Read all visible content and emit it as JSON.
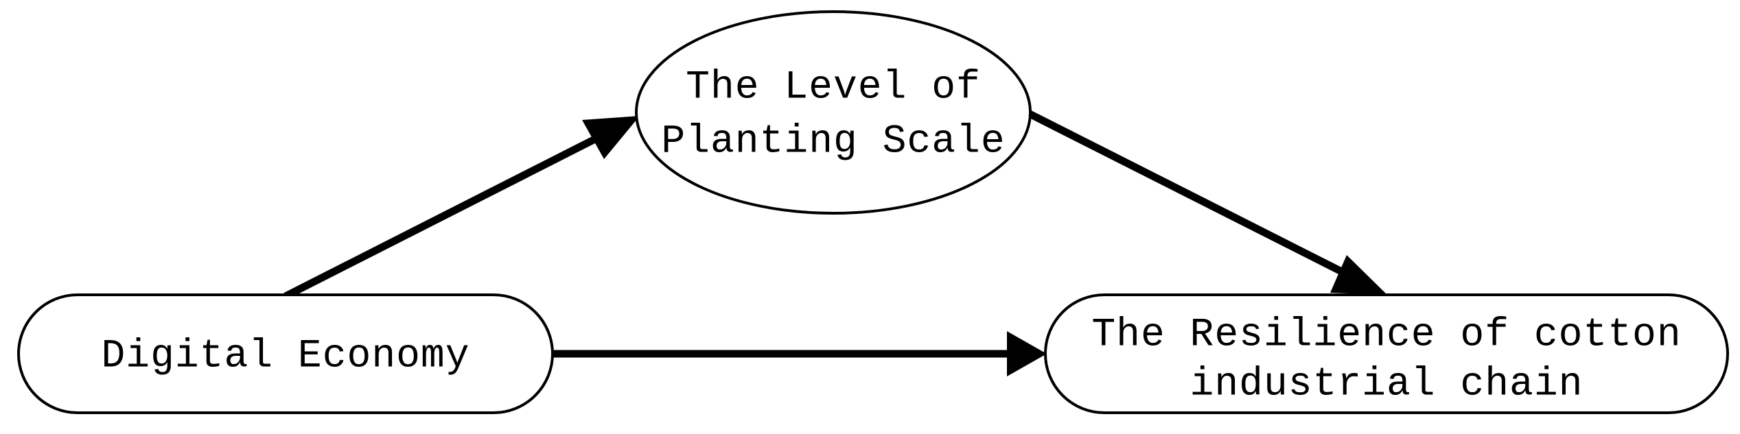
{
  "diagram": {
    "type": "conceptual-path-diagram",
    "background_color": "#ffffff",
    "stroke_color": "#000000",
    "title": "",
    "nodes": [
      {
        "id": "digital-economy",
        "shape": "rounded-rectangle",
        "role": "independent-variable",
        "lines": [
          "Digital Economy"
        ],
        "line1": "Digital Economy",
        "line2": ""
      },
      {
        "id": "planting-scale",
        "shape": "ellipse",
        "role": "mediator-variable",
        "lines": [
          "The Level of",
          "Planting Scale"
        ],
        "line1": "The Level of",
        "line2": "Planting Scale"
      },
      {
        "id": "cotton-resilience",
        "shape": "rounded-rectangle",
        "role": "dependent-variable",
        "lines": [
          "The Resilience of cotton",
          "industrial chain"
        ],
        "line1": "The Resilience of cotton",
        "line2": "industrial chain"
      }
    ],
    "edges": [
      {
        "id": "edge-economy-to-scale",
        "from": "digital-economy",
        "to": "planting-scale",
        "label": "",
        "arrow": "single",
        "style": "solid"
      },
      {
        "id": "edge-scale-to-resilience",
        "from": "planting-scale",
        "to": "cotton-resilience",
        "label": "",
        "arrow": "single",
        "style": "solid"
      },
      {
        "id": "edge-economy-to-resilience",
        "from": "digital-economy",
        "to": "cotton-resilience",
        "label": "",
        "arrow": "single",
        "style": "solid"
      }
    ]
  }
}
